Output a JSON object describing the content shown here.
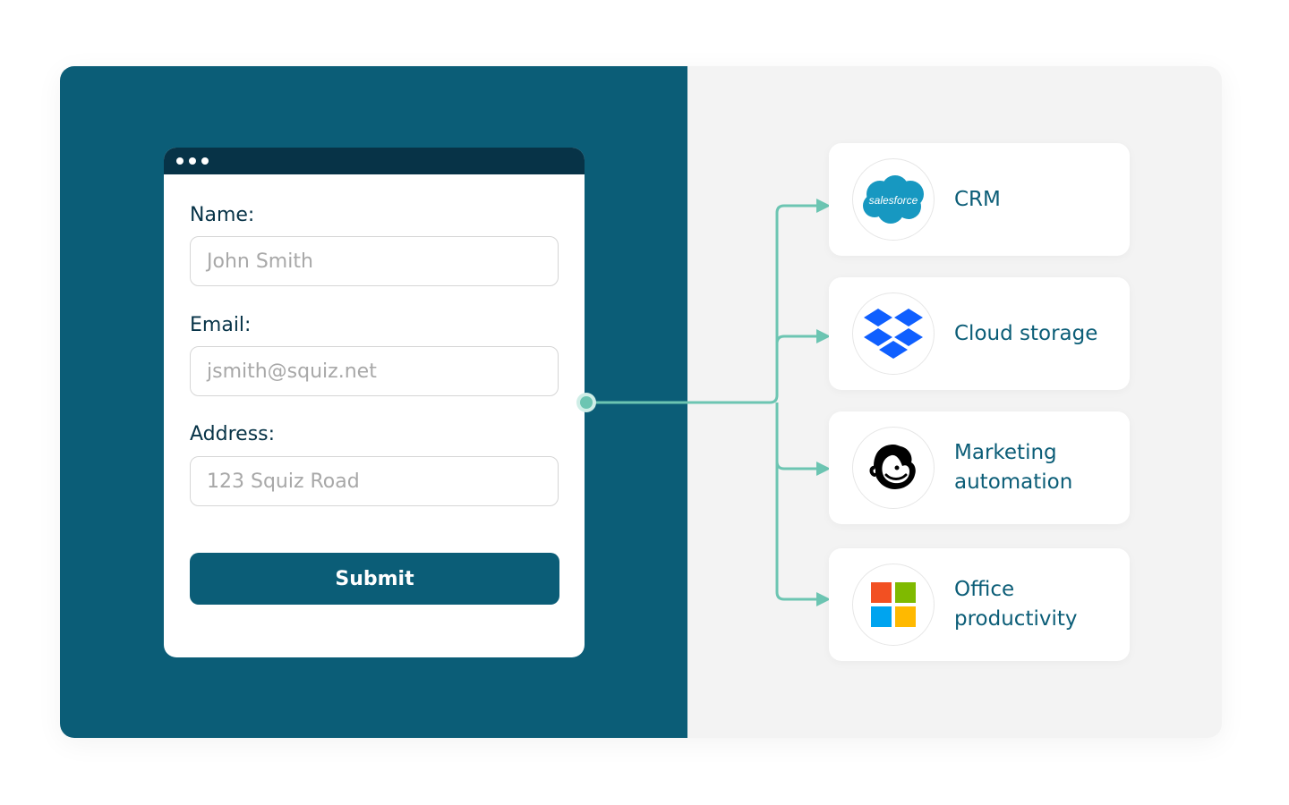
{
  "form": {
    "fields": [
      {
        "label": "Name:",
        "placeholder": "John Smith"
      },
      {
        "label": "Email:",
        "placeholder": "jsmith@squiz.net"
      },
      {
        "label": "Address:",
        "placeholder": "123 Squiz Road"
      }
    ],
    "submit_label": "Submit"
  },
  "integrations": [
    {
      "label": "CRM",
      "logo_text": "salesforce",
      "icon": "salesforce-icon"
    },
    {
      "label": "Cloud storage",
      "icon": "dropbox-icon"
    },
    {
      "label": "Marketing automation",
      "icon": "mailchimp-icon"
    },
    {
      "label": "Office productivity",
      "icon": "microsoft-icon"
    }
  ],
  "colors": {
    "panel": "#0b5d77",
    "titlebar": "#073347",
    "connector": "#6cc5b2",
    "card_bg": "#f3f3f3"
  }
}
